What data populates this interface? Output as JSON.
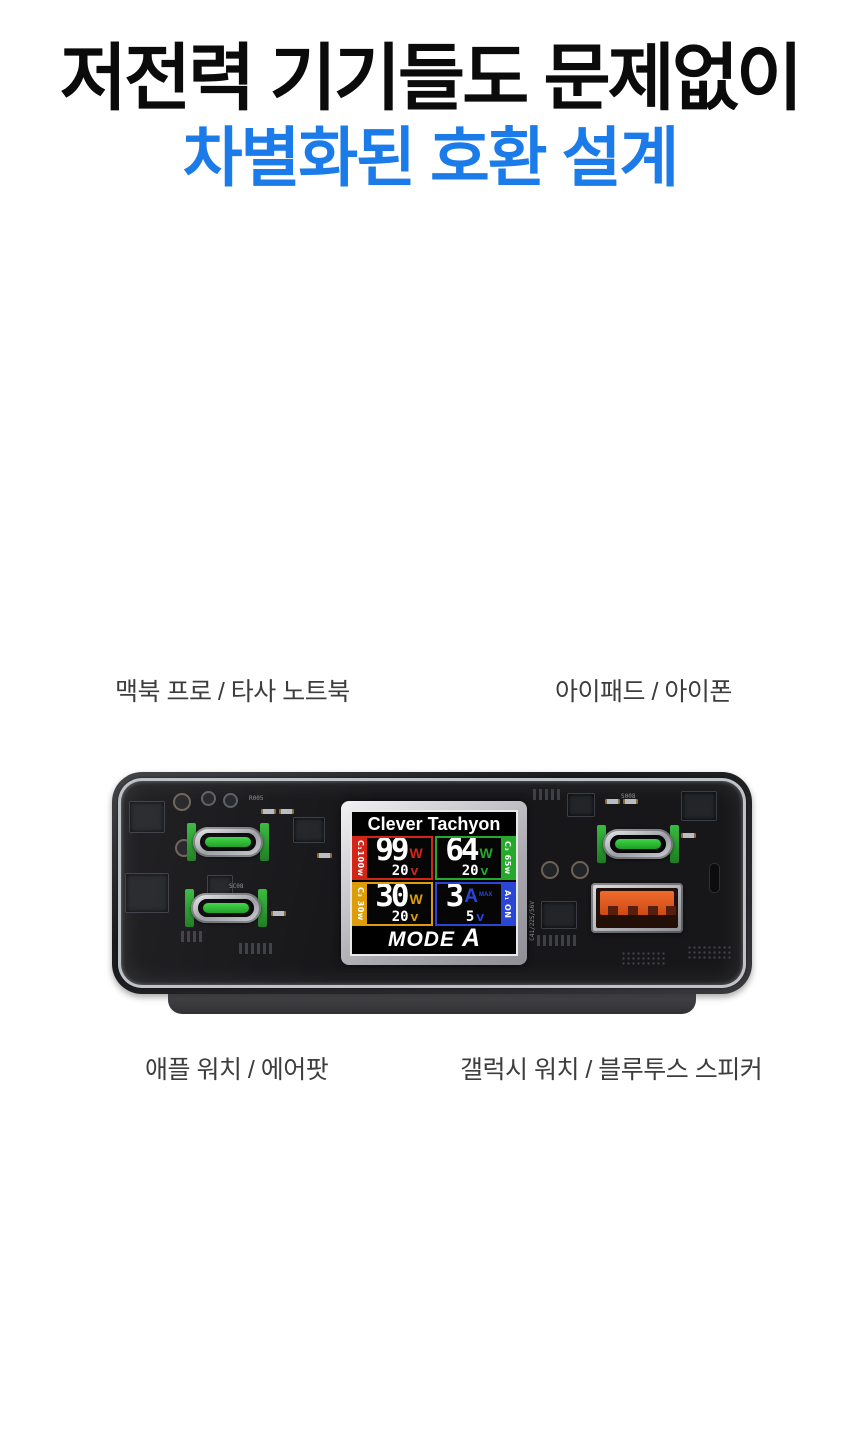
{
  "headline": {
    "line1": "저전력 기기들도 문제없이",
    "line2": "차별화된 호환 설계"
  },
  "device_labels": {
    "top_left": "맥북 프로 / 타사 노트북",
    "top_right": "아이패드 / 아이폰",
    "bottom_left": "애플 워치 / 에어팟",
    "bottom_right": "갤럭시 워치 / 블루투스 스피커"
  },
  "device": {
    "screen": {
      "title": "Clever Tachyon",
      "mode_label": "MODE",
      "mode_value": "A",
      "quadrants": [
        {
          "tag": "C₁100w",
          "value": "99",
          "value_unit": "W",
          "sub": "",
          "row2_value": "20",
          "row2_unit": "V",
          "accent": "#d32517"
        },
        {
          "tag": "C₂ 65w",
          "value": "64",
          "value_unit": "W",
          "sub": "",
          "row2_value": "20",
          "row2_unit": "V",
          "accent": "#25a82c"
        },
        {
          "tag": "C₃ 30w",
          "value": "30",
          "value_unit": "W",
          "sub": "",
          "row2_value": "20",
          "row2_unit": "V",
          "accent": "#dc9d08"
        },
        {
          "tag": "A₁ ON",
          "value": "3",
          "value_unit": "A",
          "sub": "MAX",
          "row2_value": "5",
          "row2_unit": "V",
          "accent": "#2946d6"
        }
      ]
    },
    "silkscreen": {
      "r1": "R005",
      "r2": "SC08",
      "r3": "S008",
      "vertical": "C41/22S/56V"
    }
  },
  "colors": {
    "headline_accent": "#1b7ce9",
    "label_text": "#3d3d3d",
    "usb_c_green": "#2fc235",
    "usb_a_orange": "#dd5a21"
  }
}
